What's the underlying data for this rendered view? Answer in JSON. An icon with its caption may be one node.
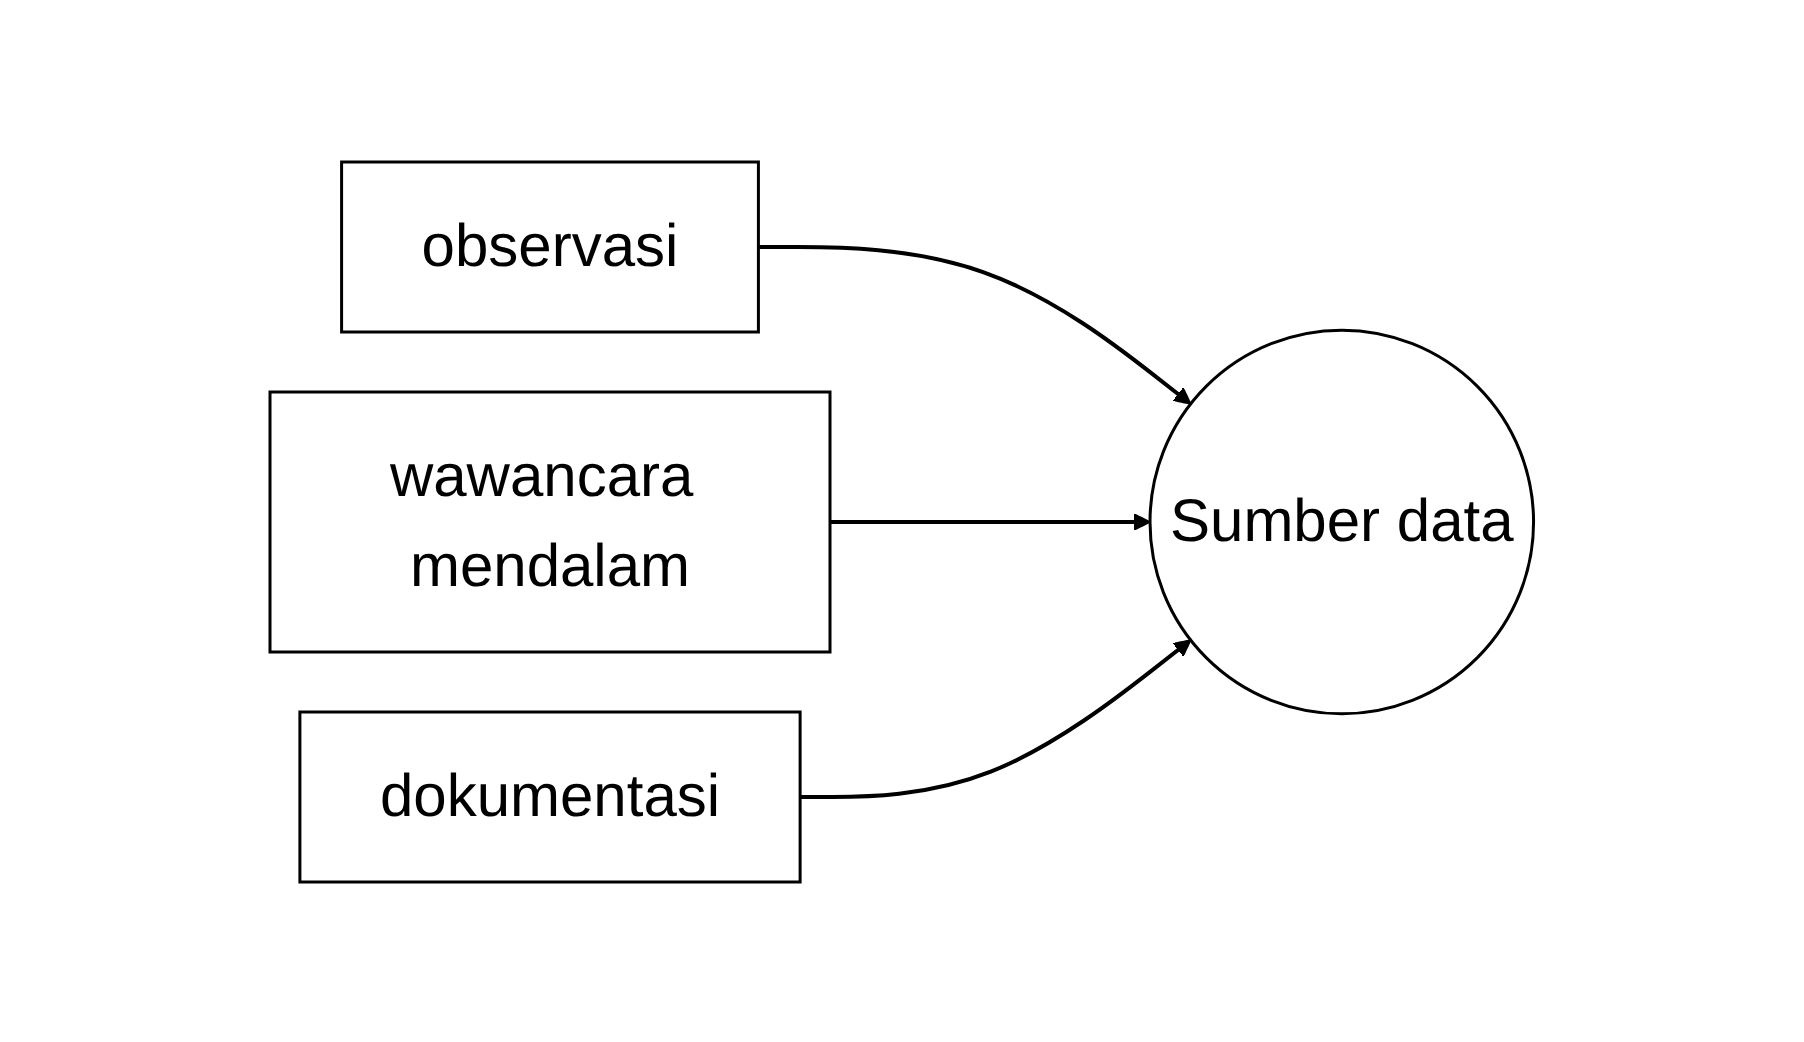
{
  "diagram": {
    "nodes": [
      {
        "text": [
          "observasi"
        ]
      },
      {
        "text": [
          "wawancara mendalam"
        ]
      },
      {
        "text": [
          "dokumentasi"
        ]
      },
      {
        "text": [
          "Sumber data"
        ]
      }
    ],
    "edges": [
      {
        "from": 0,
        "to": 3,
        "arrow": "to"
      },
      {
        "from": 1,
        "to": 3,
        "arrow": "to"
      },
      {
        "from": 2,
        "to": 3,
        "arrow": "to"
      }
    ]
  }
}
